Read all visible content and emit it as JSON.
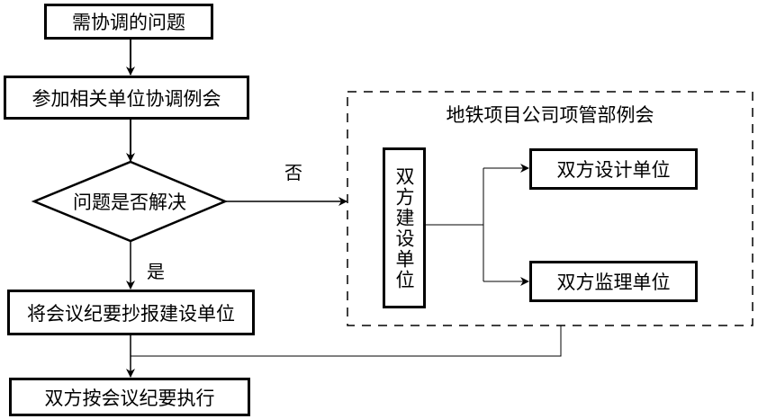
{
  "flowchart": {
    "start": "需协调的问题",
    "meeting": "参加相关单位协调例会",
    "decision": "问题是否解决",
    "yes_label": "是",
    "no_label": "否",
    "report": "将会议纪要抄报建设单位",
    "execute": "双方按会议纪要执行"
  },
  "escalation_group": {
    "title": "地铁项目公司项管部例会",
    "owner": "双方建设单位",
    "design": "双方设计单位",
    "supervision": "双方监理单位"
  },
  "colors": {
    "line": "#000000",
    "background": "#ffffff"
  }
}
